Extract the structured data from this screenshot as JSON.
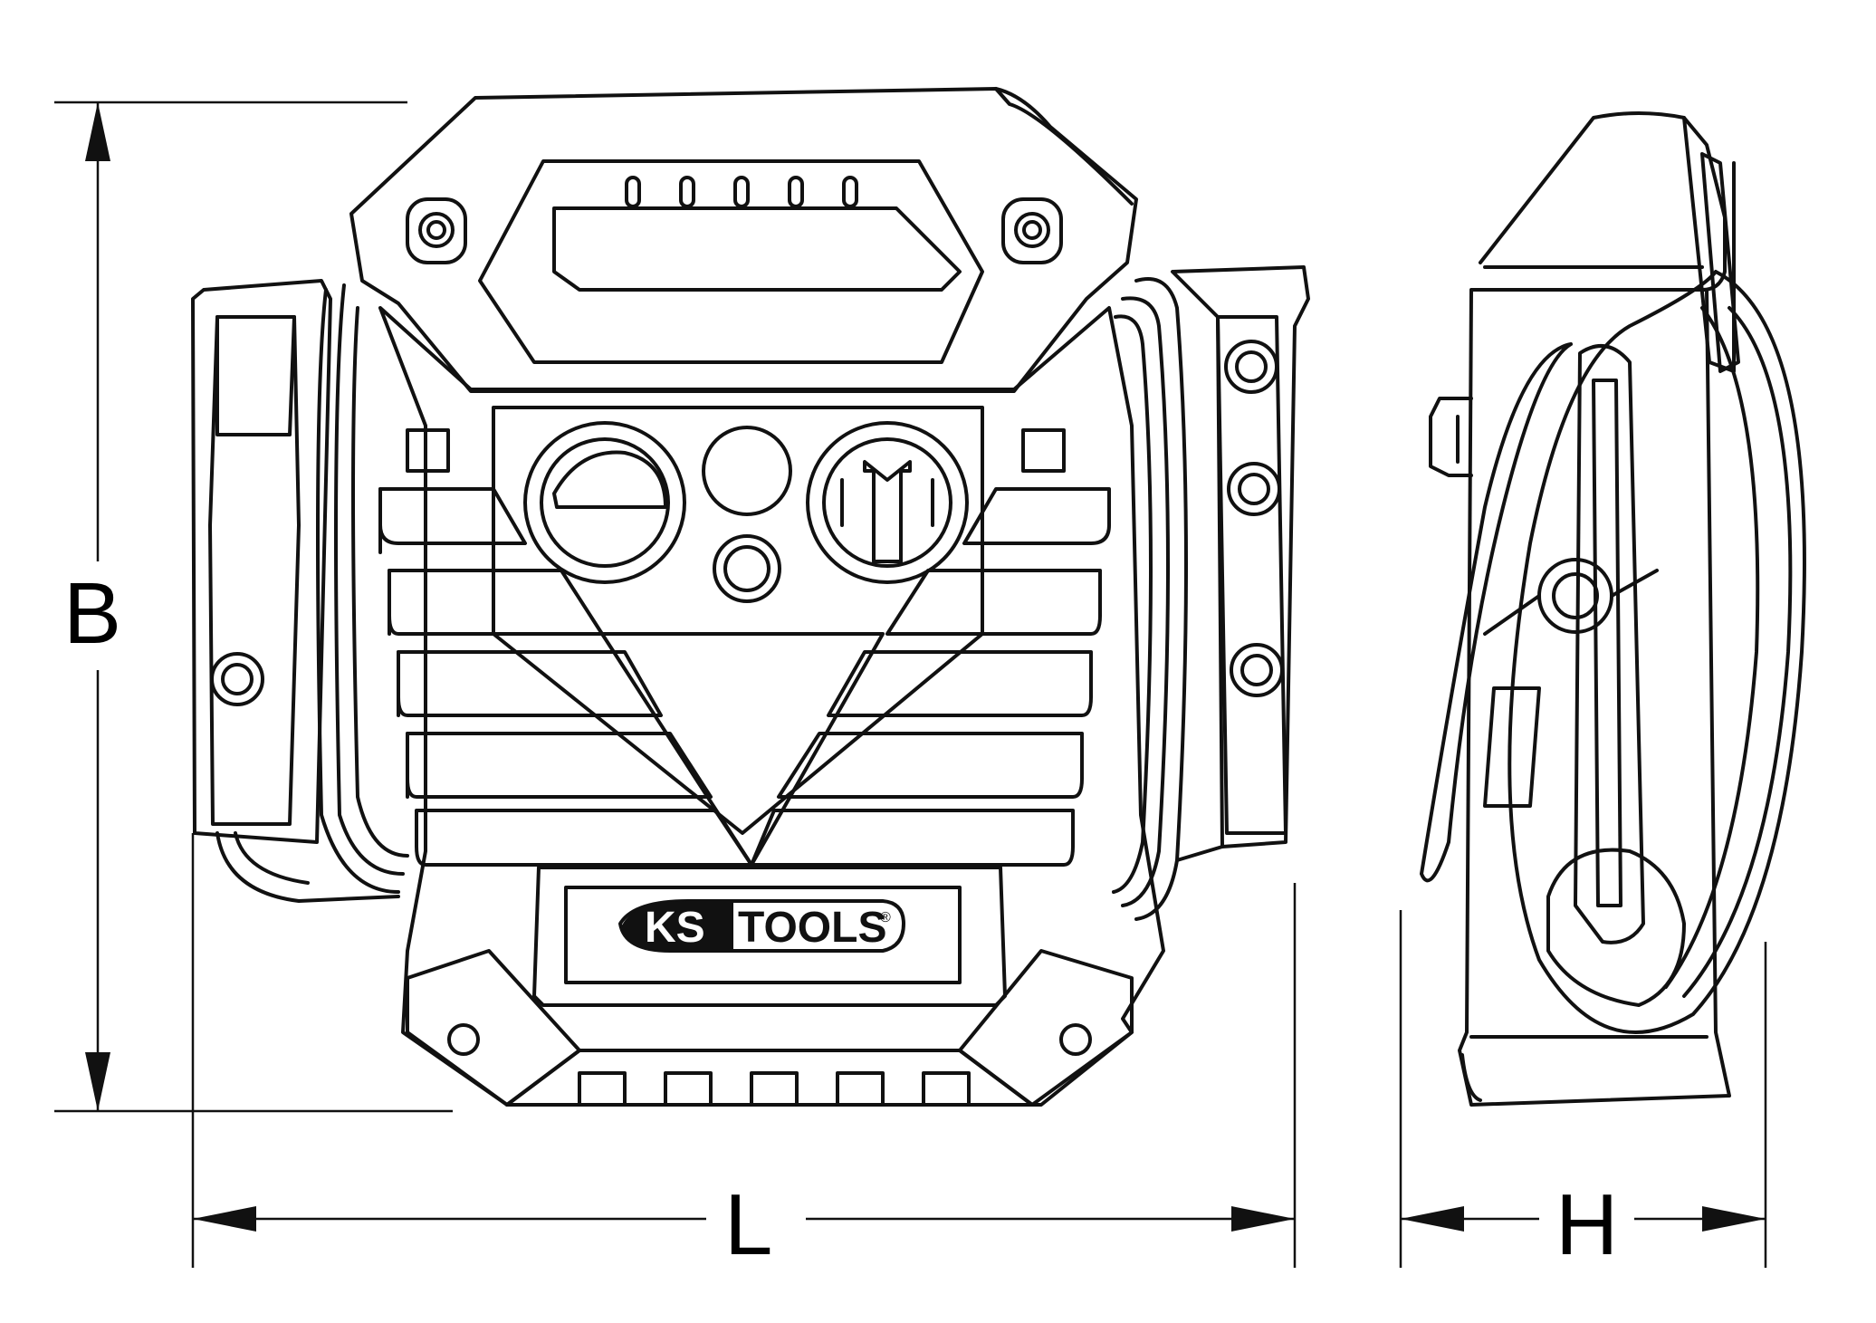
{
  "dimensions": {
    "height_label": "B",
    "length_label": "L",
    "depth_label": "H"
  },
  "brand": {
    "left_text": "KS",
    "right_text": "TOOLS",
    "mark": "®"
  },
  "colors": {
    "line": "#111111",
    "background": "#ffffff"
  }
}
